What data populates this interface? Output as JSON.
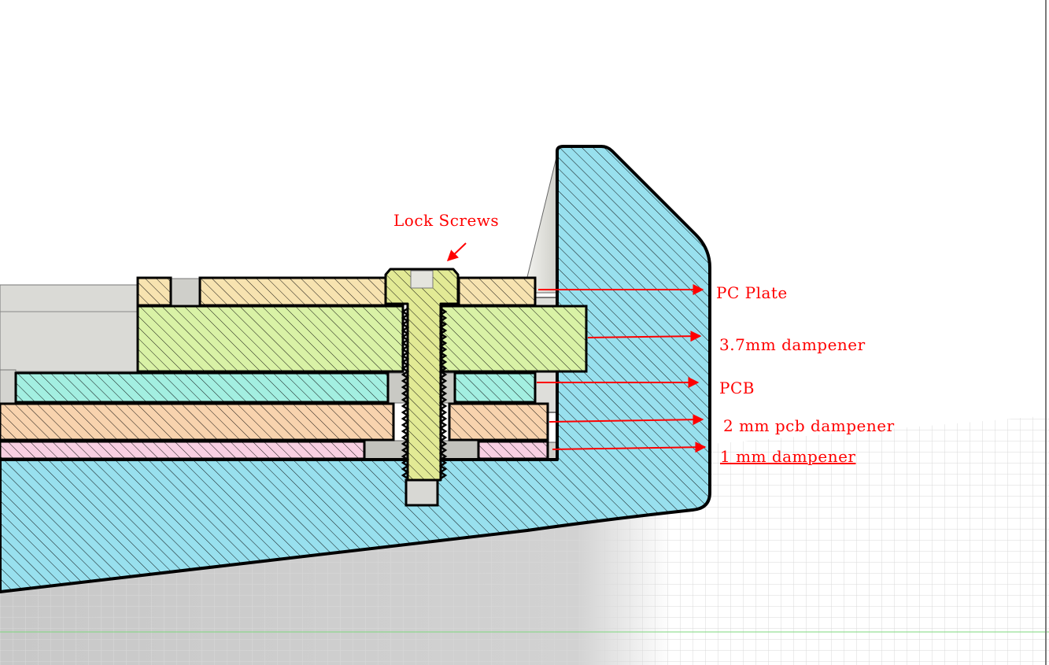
{
  "callouts": {
    "lock_screws": "Lock Screws",
    "pc_plate": "PC Plate",
    "dampener_37": "3.7mm dampener",
    "pcb": "PCB",
    "pcb_dampener_2": "2 mm pcb dampener",
    "dampener_1": "1 mm dampener"
  },
  "colors": {
    "case": "#98e0ee",
    "pc_plate": "#f7e3b0",
    "dampener_37": "#d9f2a6",
    "pcb": "#a3efe1",
    "pcb_dampener_2": "#f8d3ae",
    "dampener_1": "#f8cfe2",
    "screw": "#e2ea95",
    "annotation": "#ff0000",
    "outline": "#000000",
    "floor_grid": "#d6d6d6"
  }
}
